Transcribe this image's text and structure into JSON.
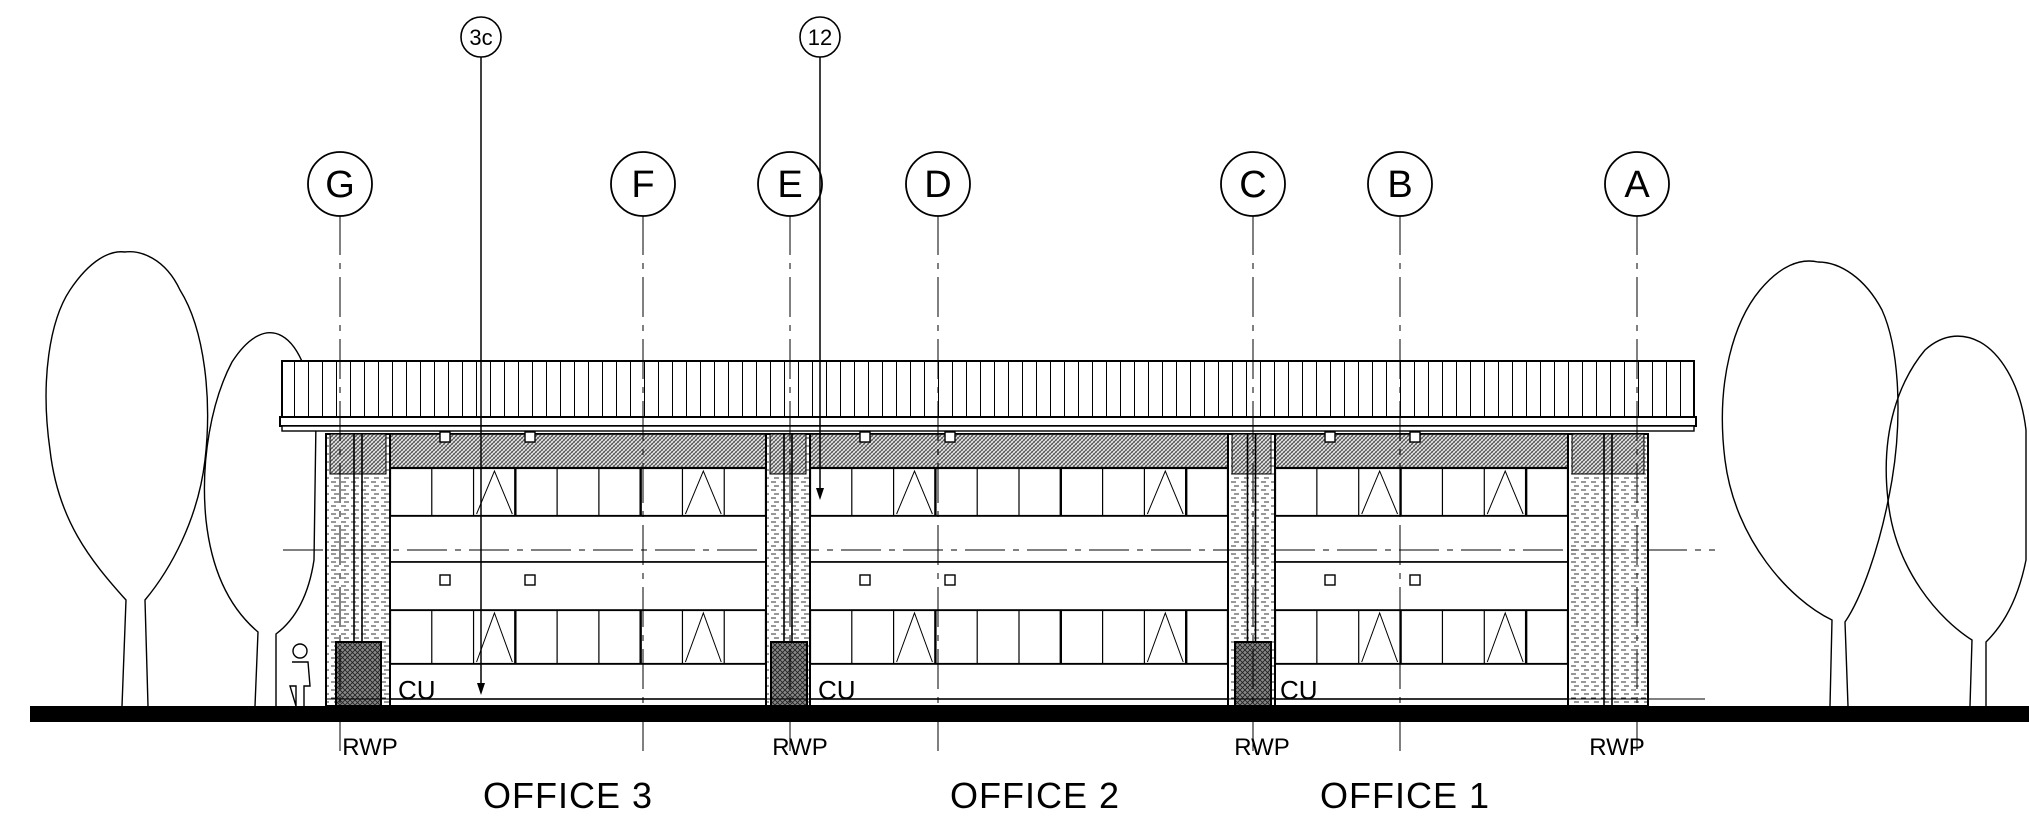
{
  "grid_lines": [
    {
      "label": "G"
    },
    {
      "label": "F"
    },
    {
      "label": "E"
    },
    {
      "label": "D"
    },
    {
      "label": "C"
    },
    {
      "label": "B"
    },
    {
      "label": "A"
    }
  ],
  "callouts": [
    {
      "label": "3c"
    },
    {
      "label": "12"
    }
  ],
  "pipe_labels": [
    {
      "label": "RWP"
    },
    {
      "label": "RWP"
    },
    {
      "label": "RWP"
    },
    {
      "label": "RWP"
    }
  ],
  "unit_labels": [
    {
      "label": "CU"
    },
    {
      "label": "CU"
    },
    {
      "label": "CU"
    }
  ],
  "office_labels": [
    {
      "label": "OFFICE 3"
    },
    {
      "label": "OFFICE 2"
    },
    {
      "label": "OFFICE 1"
    }
  ],
  "colors": {
    "ink": "#000000",
    "background": "#ffffff",
    "hatch": "#666666"
  }
}
